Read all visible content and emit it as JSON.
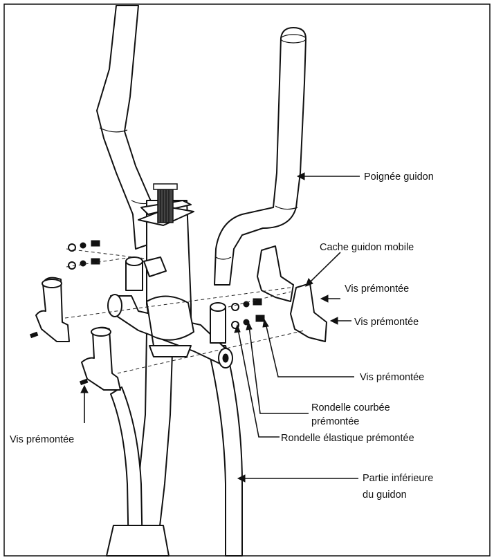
{
  "labels": {
    "poignee_guidon": "Poignée guidon",
    "cache_guidon_mobile": "Cache guidon mobile",
    "vis_premontee_1": "Vis prémontée",
    "vis_premontee_2": "Vis prémontée",
    "vis_premontee_3": "Vis prémontée",
    "vis_premontee_left": "Vis prémontée",
    "rondelle_courbee_line1": "Rondelle courbée",
    "rondelle_courbee_line2": "prémontée",
    "rondelle_elastique": "Rondelle élastique prémontée",
    "partie_inferieure_line1": "Partie inférieure",
    "partie_inferieure_line2": "du guidon"
  }
}
